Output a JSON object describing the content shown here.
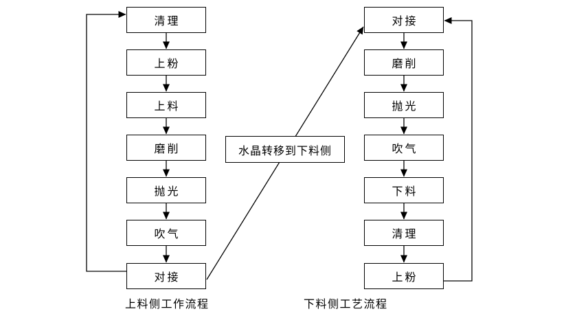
{
  "diagram": {
    "left_flow": {
      "caption": "上料侧工作流程",
      "steps": [
        "清理",
        "上粉",
        "上料",
        "磨削",
        "抛光",
        "吹气",
        "对接"
      ]
    },
    "right_flow": {
      "caption": "下料侧工艺流程",
      "steps": [
        "对接",
        "磨削",
        "抛光",
        "吹气",
        "下料",
        "清理",
        "上粉"
      ]
    },
    "transfer_note": "水晶转移到下料侧",
    "colors": {
      "line": "#000000",
      "box_fill": "#ffffff",
      "background": "#ffffff"
    }
  }
}
